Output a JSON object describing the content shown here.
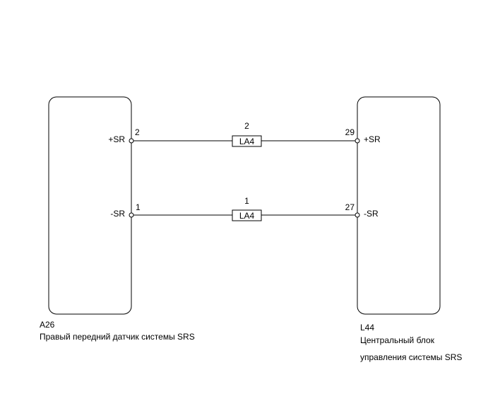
{
  "left_component": {
    "code": "A26",
    "name": "Правый передний датчик системы SRS"
  },
  "right_component": {
    "code": "L44",
    "name_line1": "Центральный блок",
    "name_line2": "управления системы SRS"
  },
  "wires": [
    {
      "left_pin": "2",
      "left_signal": "+SR",
      "right_pin": "29",
      "right_signal": "+SR",
      "connector": "LA4",
      "connector_pin": "2"
    },
    {
      "left_pin": "1",
      "left_signal": "-SR",
      "right_pin": "27",
      "right_signal": "-SR",
      "connector": "LA4",
      "connector_pin": "1"
    }
  ],
  "colors": {
    "line": "#000000",
    "background": "#ffffff"
  }
}
